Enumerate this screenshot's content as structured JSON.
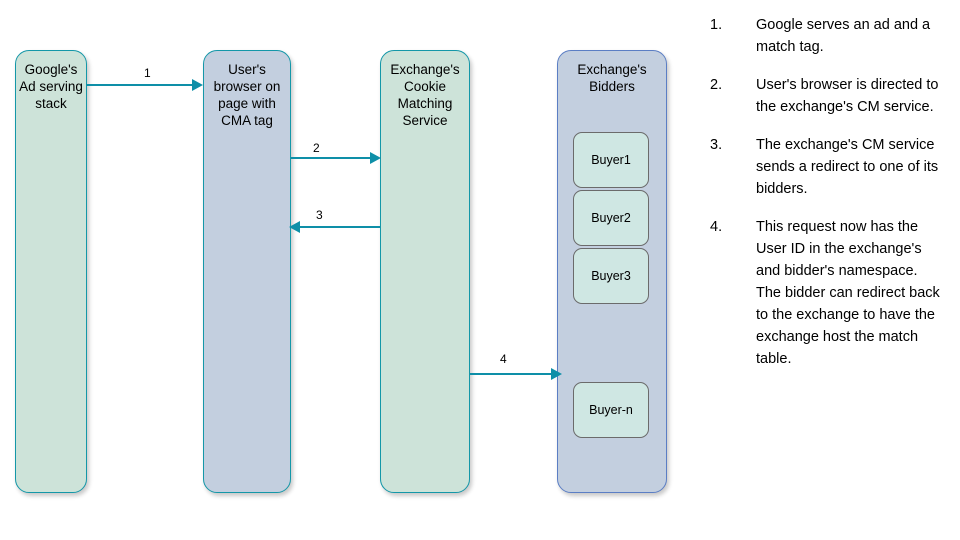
{
  "diagram": {
    "lanes": [
      {
        "name": "google-ad-serving-stack",
        "title": "Google's\nAd serving\nstack",
        "fill": "#cde3d9",
        "border": "#1497a8"
      },
      {
        "name": "user-browser",
        "title": "User's\nbrowser on\npage with\nCMA tag",
        "fill": "#c3cfdf",
        "border": "#1497a8"
      },
      {
        "name": "exchange-cookie-matching-service",
        "title": "Exchange's\nCookie\nMatching\nService",
        "fill": "#cde3d9",
        "border": "#1497a8"
      },
      {
        "name": "exchange-bidders",
        "title": "Exchange's\nBidders",
        "fill": "#c3cfdf",
        "border": "#5b7ec4"
      }
    ],
    "buyers": [
      {
        "label": "Buyer1"
      },
      {
        "label": "Buyer2"
      },
      {
        "label": "Buyer3"
      },
      {
        "label": "Buyer-n"
      }
    ],
    "arrows": [
      {
        "label": "1",
        "direction": "right",
        "from": "google-ad-serving-stack",
        "to": "user-browser"
      },
      {
        "label": "2",
        "direction": "right",
        "from": "user-browser",
        "to": "exchange-cookie-matching-service"
      },
      {
        "label": "3",
        "direction": "left",
        "from": "exchange-cookie-matching-service",
        "to": "user-browser"
      },
      {
        "label": "4",
        "direction": "right",
        "from": "exchange-cookie-matching-service",
        "to": "exchange-bidders"
      }
    ],
    "arrow_color": "#0e8fa8"
  },
  "steps": [
    {
      "number": "1.",
      "text": "Google serves an ad and a match tag."
    },
    {
      "number": "2.",
      "text": "User's browser is directed to the exchange's CM service."
    },
    {
      "number": "3.",
      "text": "The exchange's CM service sends a redirect to one of its bidders."
    },
    {
      "number": "4.",
      "text": "This request now has the User ID in the exchange's and bidder's namespace. The bidder can redirect back to the exchange to have the exchange host the match table."
    }
  ]
}
